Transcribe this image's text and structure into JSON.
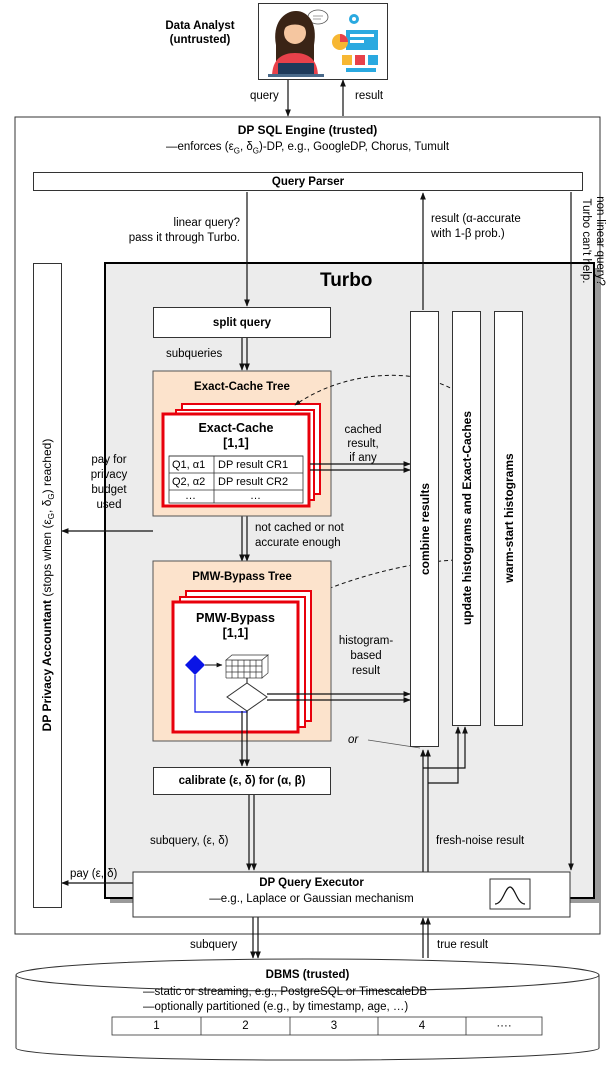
{
  "analyst": {
    "title": "Data Analyst",
    "subtitle": "(untrusted)"
  },
  "links": {
    "query": "query",
    "result": "result",
    "subqueries": "subqueries",
    "subquery_eps": "subquery, (ε, δ)",
    "fresh_noise": "fresh-noise result",
    "pay_eps": "pay (ε, δ)",
    "subquery": "subquery",
    "true_result": "true result"
  },
  "engine": {
    "title": "DP SQL Engine (trusted)",
    "subtitle": "—enforces (ε_G, δ_G)-DP, e.g., GoogleDP, Chorus, Tumult",
    "subtitle_pre": "—enforces (ε",
    "sub_g": "G",
    "comma": ", δ",
    "subtitle_post": ")-DP, e.g., GoogleDP, Chorus, Tumult"
  },
  "parser": {
    "label": "Query Parser"
  },
  "notes": {
    "linear_1": "linear query?",
    "linear_2": "pass it through Turbo.",
    "result_1": "result (α-accurate",
    "result_2": "with 1-β prob.)",
    "nonlinear_1": "non-linear query?",
    "nonlinear_2": "Turbo can't help.",
    "pay_1": "pay for",
    "pay_2": "privacy",
    "pay_3": "budget",
    "pay_4": "used",
    "cached_1": "cached",
    "cached_2": "result,",
    "cached_3": "if any",
    "notcached_1": "not cached or not",
    "notcached_2": "accurate enough",
    "hist_1": "histogram-",
    "hist_2": "based",
    "hist_3": "result",
    "or": "or"
  },
  "accountant": {
    "label": "DP Privacy Accountant (stops when (ε_G, δ_G) reached)",
    "pre": "DP Privacy Accountant",
    "mid": "(stops when (ε",
    "g": "G",
    "comma": ", δ",
    "post": ") reached)"
  },
  "turbo": {
    "title": "Turbo",
    "split": "split query",
    "combine": "combine results",
    "update": "update histograms and Exact-Caches",
    "warm": "warm-start histograms",
    "calibrate": "calibrate (ε, δ) for (α, β)"
  },
  "exact_tree": {
    "title": "Exact-Cache Tree",
    "cache_title": "Exact-Cache",
    "cache_index": "[1,1]",
    "rows": [
      [
        "Q1, α1",
        "DP result CR1"
      ],
      [
        "Q2, α2",
        "DP result CR2"
      ],
      [
        "…",
        "…"
      ]
    ]
  },
  "pmw_tree": {
    "title": "PMW-Bypass Tree",
    "node_title": "PMW-Bypass",
    "node_index": "[1,1]"
  },
  "executor": {
    "title": "DP Query Executor",
    "subtitle": "—e.g., Laplace or Gaussian mechanism"
  },
  "dbms": {
    "title": "DBMS (trusted)",
    "line1": "—static or streaming, e.g., PostgreSQL or TimescaleDB",
    "line2": "—optionally partitioned (e.g., by timestamp, age, …)",
    "partitions": [
      "1",
      "2",
      "3",
      "4",
      "····"
    ]
  },
  "colors": {
    "accent_red": "#e8000b",
    "tree_fill": "#fce3cc",
    "turbo_fill": "#ececec",
    "diamond_blue": "#0a14e6"
  }
}
